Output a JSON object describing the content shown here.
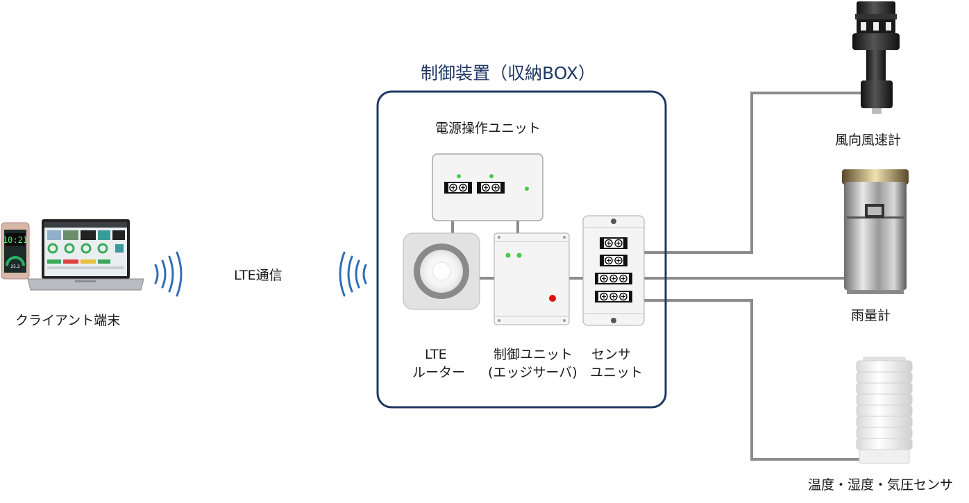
{
  "title": "制御装置（収納BOX）",
  "labels": {
    "client": "クライアント端末",
    "lte_comm": "LTE通信",
    "power_unit": "電源操作ユニット",
    "lte_router_1": "LTE",
    "lte_router_2": "ルーター",
    "control_unit_1": "制御ユニット",
    "control_unit_2": "(エッジサーバ)",
    "sensor_unit_1": "センサ",
    "sensor_unit_2": "ユニット",
    "anemometer": "風向風速計",
    "rain_gauge": "雨量計",
    "thp_sensor": "温度・湿度・気圧センサ"
  },
  "phone": {
    "clock": "10:21",
    "gauge_value": "25.2"
  },
  "colors": {
    "box_border": "#1f3864",
    "wifi_waves": "#2e6db4",
    "line": "#8c8c8c",
    "led_green": "#44cc44",
    "led_red": "#e01010"
  },
  "icons": [
    "wifi-waves-icon",
    "phone-icon",
    "laptop-icon",
    "terminal-block-icon",
    "led-icon"
  ]
}
